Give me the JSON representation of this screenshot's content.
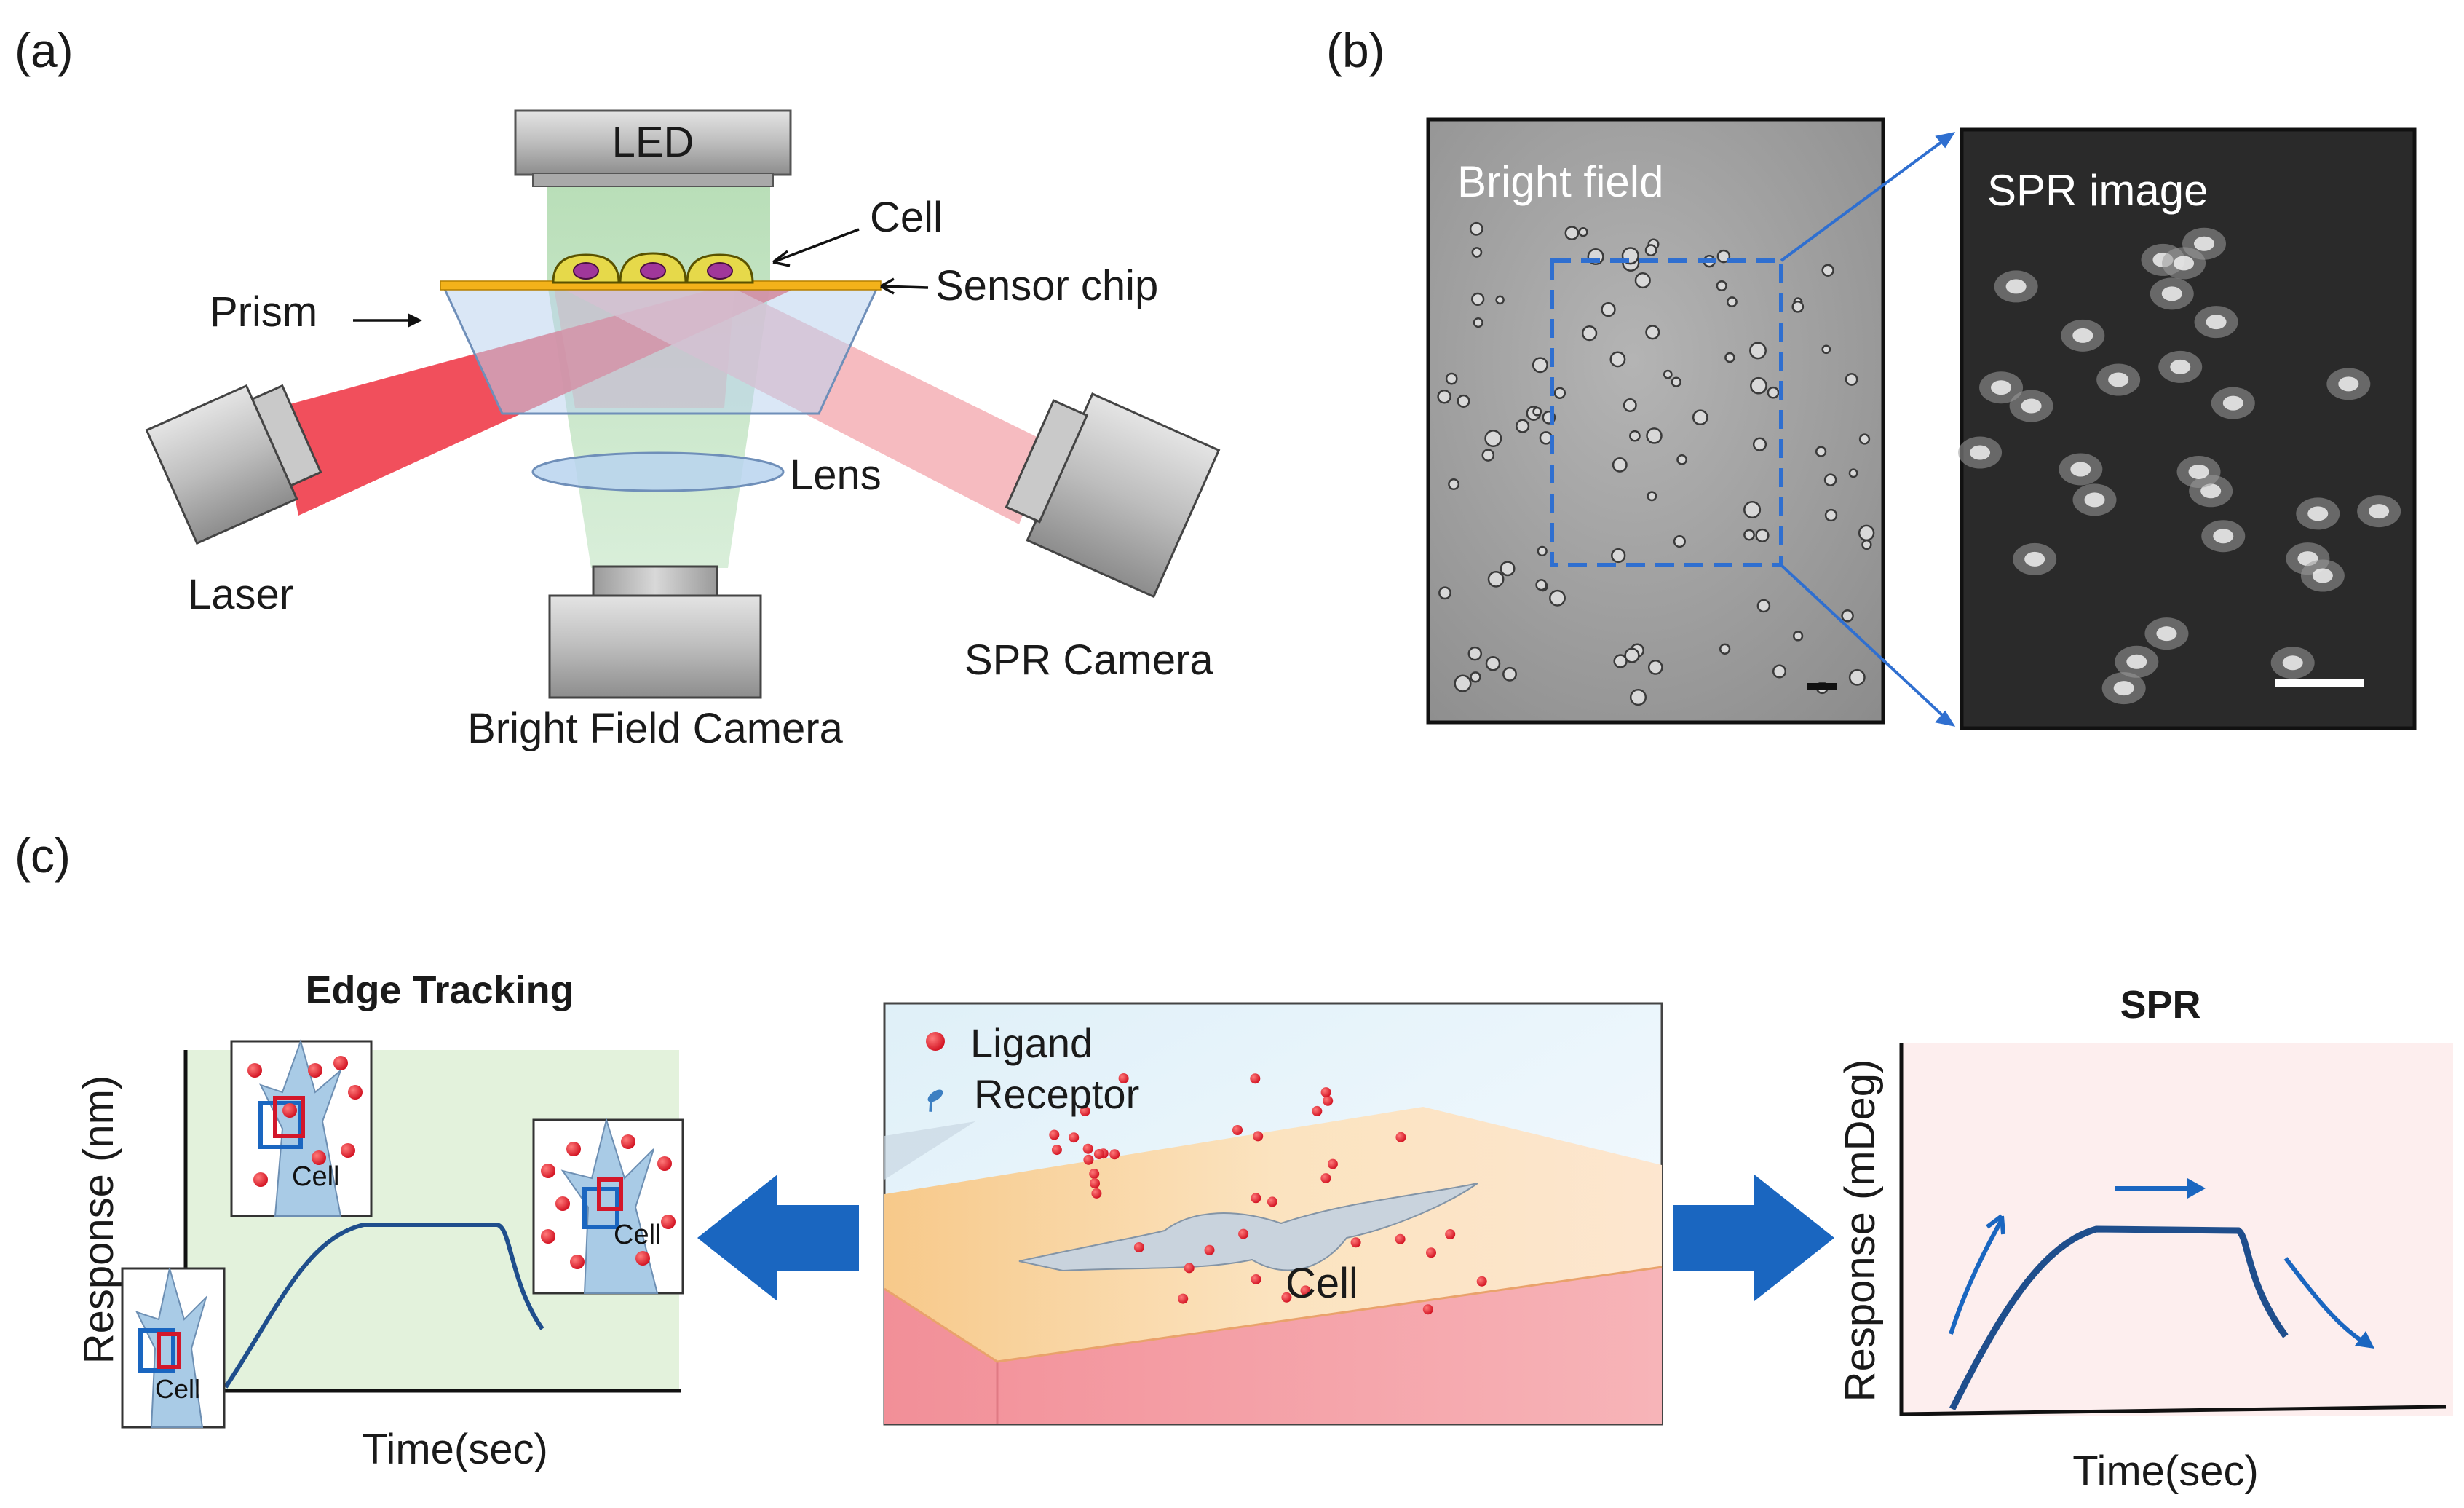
{
  "panel_a": {
    "tag": "(a)",
    "led": "LED",
    "cell": "Cell",
    "prism": "Prism",
    "sensor_chip": "Sensor chip",
    "lens": "Lens",
    "laser": "Laser",
    "spr_camera": "SPR Camera",
    "bright_field_camera": "Bright Field Camera"
  },
  "panel_b": {
    "tag": "(b)",
    "bright_field": "Bright field",
    "spr_image": "SPR image"
  },
  "panel_c": {
    "tag": "(c)",
    "edge_tracking": {
      "title": "Edge Tracking",
      "ylabel": "Response (nm)",
      "xlabel": "Time(sec)",
      "cell_label": "Cell"
    },
    "center": {
      "ligand": "Ligand",
      "receptor": "Receptor",
      "cell": "Cell"
    },
    "spr": {
      "title": "SPR",
      "ylabel": "Response (mDeg)",
      "xlabel": "Time(sec)"
    }
  },
  "colors": {
    "laser": "#f03c4a",
    "led_beam": "#bfe3bf",
    "sensor_gold": "#f3b21a",
    "curve": "#1f4e8c",
    "arrow_blue": "#1a66c0",
    "roi_dash": "#2f6fd0",
    "edge_bg": "#e3f2dc",
    "spr_bg": "#fdeeee"
  }
}
